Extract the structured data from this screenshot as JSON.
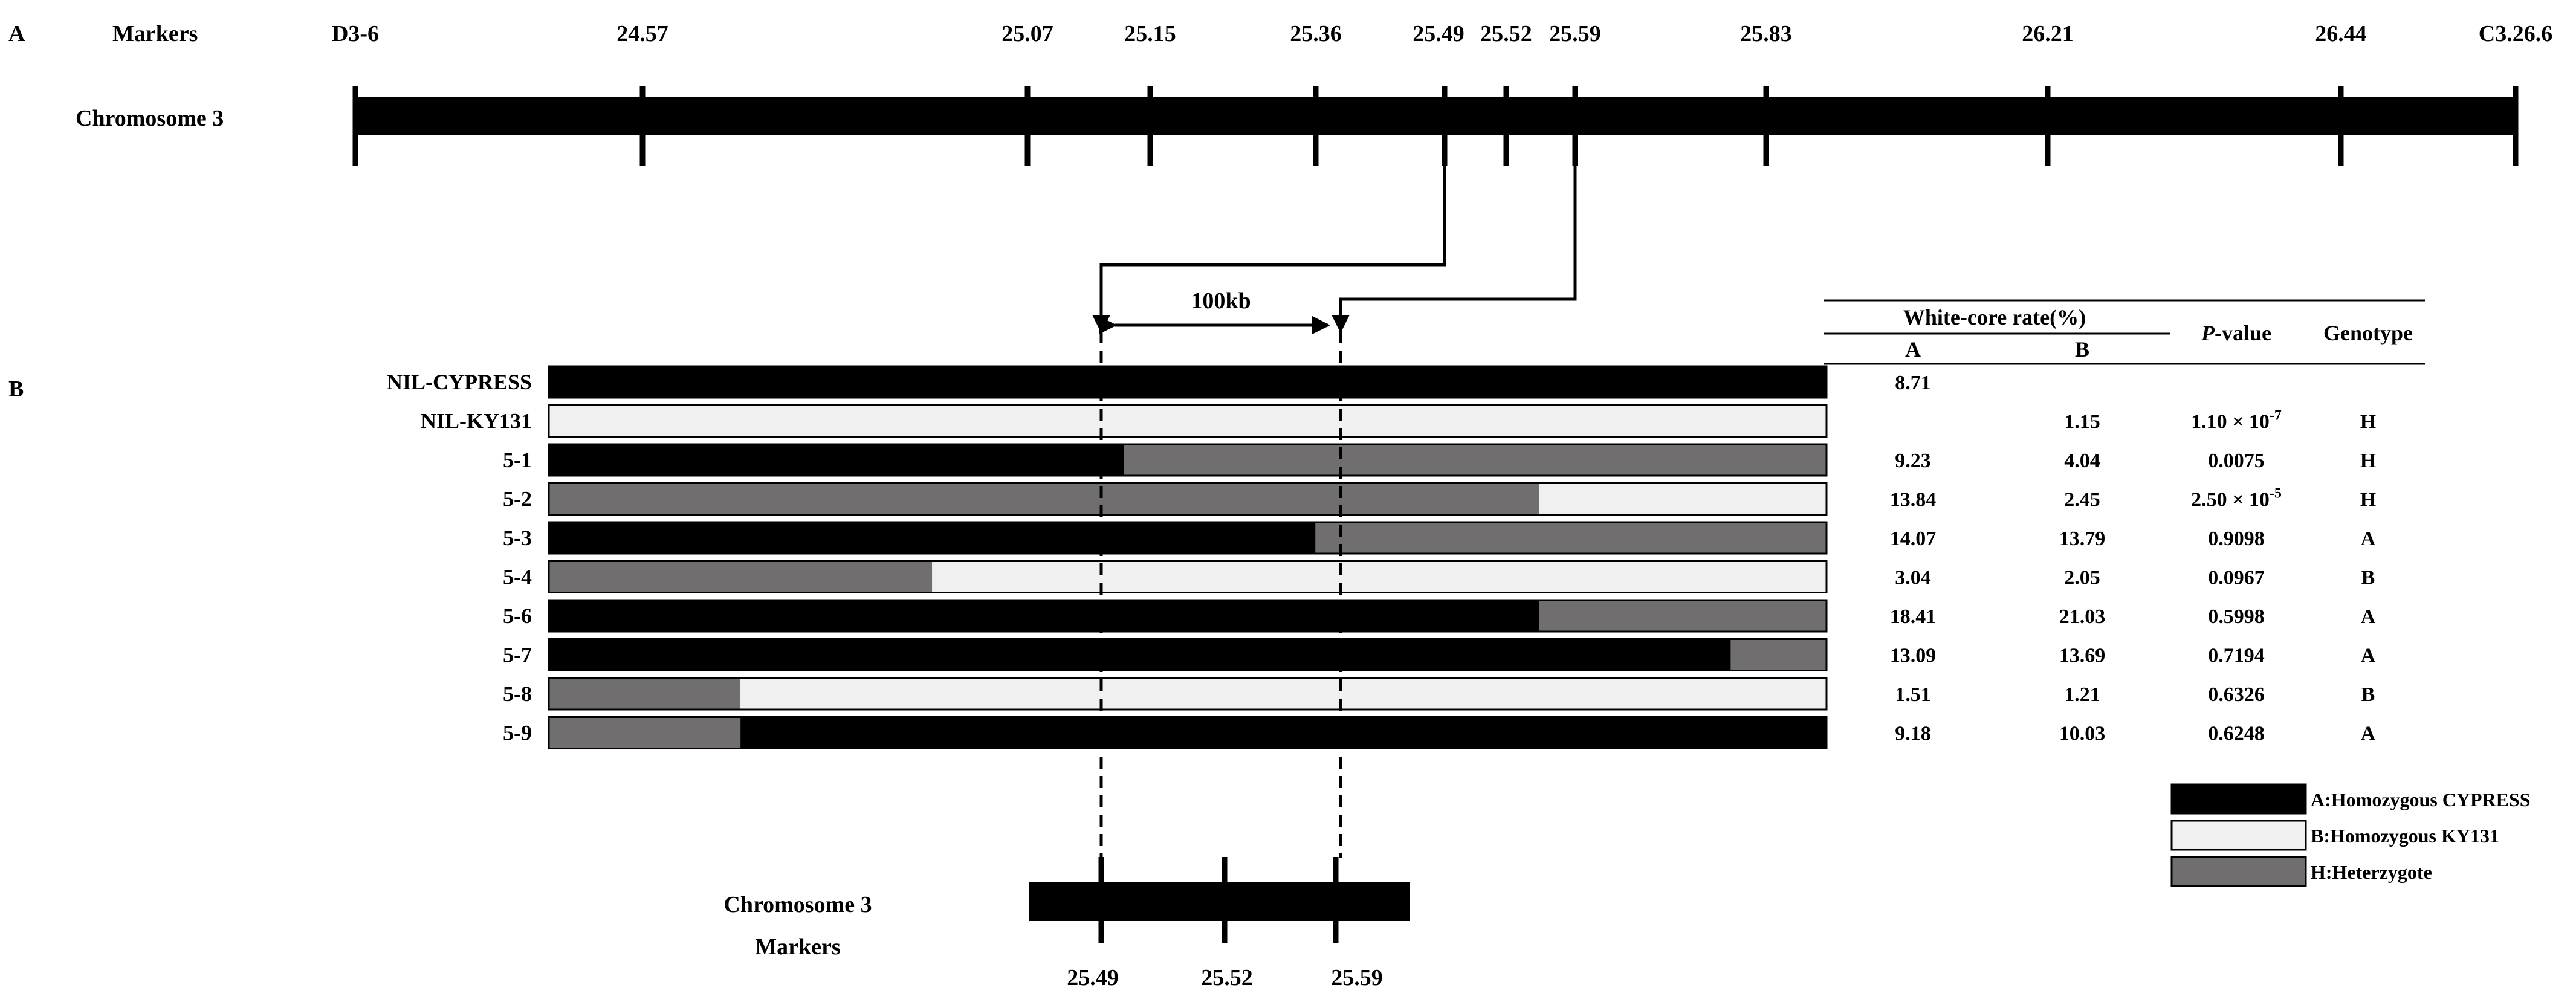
{
  "panel_a": {
    "label": "A",
    "markers_label": "Markers",
    "chromosome_label": "Chromosome 3",
    "markers": [
      "D3-6",
      "24.57",
      "25.07",
      "25.15",
      "25.36",
      "25.49",
      "25.52",
      "25.59",
      "25.83",
      "26.21",
      "26.44",
      "C3.26.6"
    ]
  },
  "panel_b": {
    "label": "B",
    "scale_label": "100kb",
    "rows": [
      {
        "name": "NIL-CYPRESS",
        "segments": [
          [
            "A",
            1.0
          ]
        ],
        "rate_a": "8.71",
        "rate_b": "",
        "p_value": "",
        "p_exp": "",
        "genotype": ""
      },
      {
        "name": "NIL-KY131",
        "segments": [
          [
            "B",
            1.0
          ]
        ],
        "rate_a": "",
        "rate_b": "1.15",
        "p_value": "1.10 × 10",
        "p_exp": "-7",
        "genotype": "H"
      },
      {
        "name": "5-1",
        "segments": [
          [
            "A",
            0.45
          ],
          [
            "H",
            0.55
          ]
        ],
        "rate_a": "9.23",
        "rate_b": "4.04",
        "p_value": "0.0075",
        "p_exp": "",
        "genotype": "H"
      },
      {
        "name": "5-2",
        "segments": [
          [
            "H",
            0.775
          ],
          [
            "B",
            0.225
          ]
        ],
        "rate_a": "13.84",
        "rate_b": "2.45",
        "p_value": "2.50 × 10",
        "p_exp": "-5",
        "genotype": "H"
      },
      {
        "name": "5-3",
        "segments": [
          [
            "A",
            0.6
          ],
          [
            "H",
            0.4
          ]
        ],
        "rate_a": "14.07",
        "rate_b": "13.79",
        "p_value": "0.9098",
        "p_exp": "",
        "genotype": "A"
      },
      {
        "name": "5-4",
        "segments": [
          [
            "H",
            0.3
          ],
          [
            "B",
            0.7
          ]
        ],
        "rate_a": "3.04",
        "rate_b": "2.05",
        "p_value": "0.0967",
        "p_exp": "",
        "genotype": "B"
      },
      {
        "name": "5-6",
        "segments": [
          [
            "A",
            0.775
          ],
          [
            "H",
            0.225
          ]
        ],
        "rate_a": "18.41",
        "rate_b": "21.03",
        "p_value": "0.5998",
        "p_exp": "",
        "genotype": "A"
      },
      {
        "name": "5-7",
        "segments": [
          [
            "A",
            0.925
          ],
          [
            "H",
            0.075
          ]
        ],
        "rate_a": "13.09",
        "rate_b": "13.69",
        "p_value": "0.7194",
        "p_exp": "",
        "genotype": "A"
      },
      {
        "name": "5-8",
        "segments": [
          [
            "H",
            0.15
          ],
          [
            "B",
            0.85
          ]
        ],
        "rate_a": "1.51",
        "rate_b": "1.21",
        "p_value": "0.6326",
        "p_exp": "",
        "genotype": "B"
      },
      {
        "name": "5-9",
        "segments": [
          [
            "H",
            0.15
          ],
          [
            "A",
            0.85
          ]
        ],
        "rate_a": "9.18",
        "rate_b": "10.03",
        "p_value": "0.6248",
        "p_exp": "",
        "genotype": "A"
      }
    ],
    "table_headers": {
      "white_core": "White-core rate(%)",
      "col_a": "A",
      "col_b": "B",
      "p_italic": "P",
      "p_rest": "-value",
      "genotype": "Genotype"
    }
  },
  "legend": [
    {
      "key": "A",
      "label": "A:Homozygous CYPRESS",
      "color": "#000000"
    },
    {
      "key": "B",
      "label": "B:Homozygous KY131",
      "color": "#f0f0f0"
    },
    {
      "key": "H",
      "label": "H:Heterzygote",
      "color": "#706e6e"
    }
  ],
  "zoom": {
    "chromosome_label": "Chromosome 3",
    "markers_label": "Markers",
    "markers": [
      "25.49",
      "25.52",
      "25.59"
    ]
  }
}
